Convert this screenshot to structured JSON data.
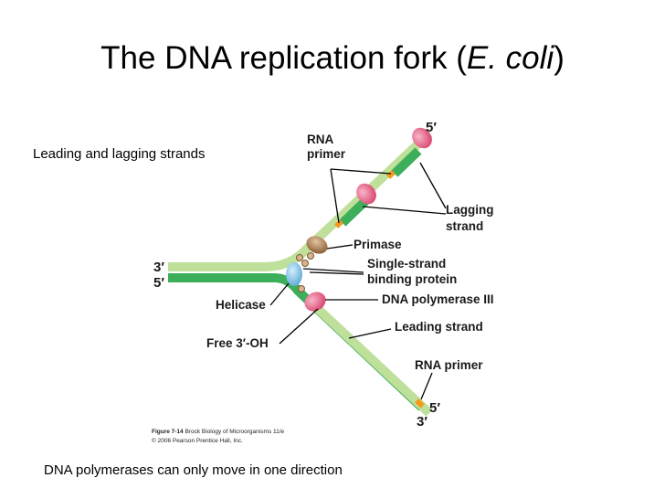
{
  "slide": {
    "title_prefix": "The DNA replication fork (",
    "title_italic": "E. coli",
    "title_suffix": ")",
    "note_top": "Leading and lagging strands",
    "note_bottom": "DNA polymerases can only move in one direction"
  },
  "figure": {
    "labels": {
      "rna_primer_top_1": "RNA",
      "rna_primer_top_2": "primer",
      "lagging_1": "Lagging",
      "lagging_2": "strand",
      "primase": "Primase",
      "ssb_1": "Single-strand",
      "ssb_2": "binding protein",
      "pol3": "DNA polymerase III",
      "leading": "Leading strand",
      "rna_primer_bottom": "RNA primer",
      "helicase": "Helicase",
      "free_oh": "Free 3′-OH",
      "end_3_left": "3′",
      "end_5_left": "5′",
      "end_5_top": "5′",
      "end_5_bottom": "5′",
      "end_3_bottom": "3′"
    },
    "caption_line1_bold": "Figure 7-14",
    "caption_line1_rest": " Brock Biology of Microorganisms 11/e",
    "caption_line2": "© 2006 Pearson Prentice Hall, Inc."
  },
  "colors": {
    "dark_green": "#3dae5a",
    "light_green": "#bfe09a",
    "pink": "#e2587e",
    "orange": "#f39a1e",
    "helicase_blue": "#8ac6ea",
    "primase_brown": "#9a6a40"
  }
}
